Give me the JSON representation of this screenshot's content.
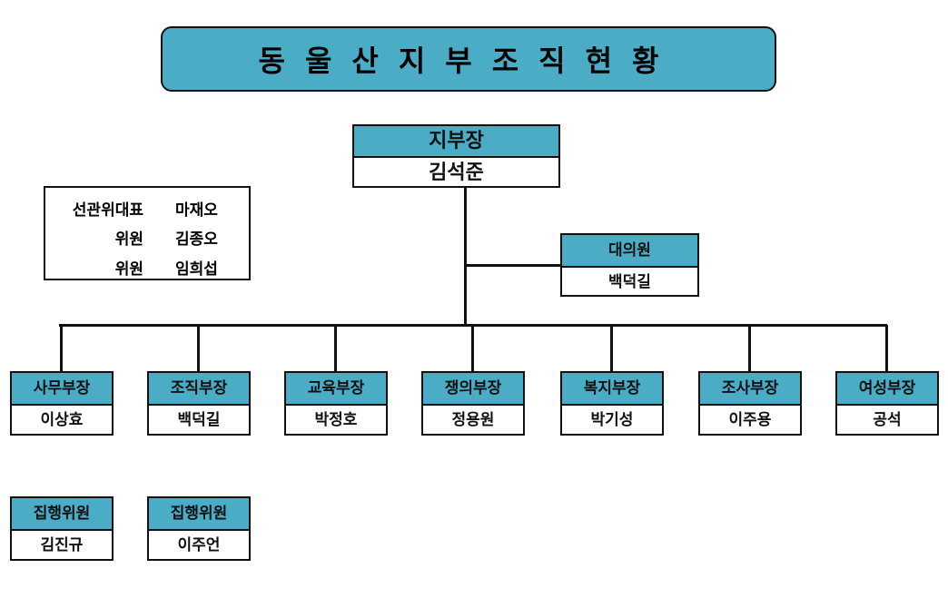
{
  "title": "동울산지부조직현황",
  "head": {
    "role": "지부장",
    "name": "김석준"
  },
  "delegate": {
    "role": "대의원",
    "name": "백덕길"
  },
  "committee": [
    {
      "role": "선관위대표",
      "name": "마재오"
    },
    {
      "role": "위원",
      "name": "김종오"
    },
    {
      "role": "위원",
      "name": "임희섭"
    }
  ],
  "departments": [
    {
      "role": "사무부장",
      "name": "이상효"
    },
    {
      "role": "조직부장",
      "name": "백덕길"
    },
    {
      "role": "교육부장",
      "name": "박정호"
    },
    {
      "role": "쟁의부장",
      "name": "정용원"
    },
    {
      "role": "복지부장",
      "name": "박기성"
    },
    {
      "role": "조사부장",
      "name": "이주용"
    },
    {
      "role": "여성부장",
      "name": "공석"
    }
  ],
  "executives": [
    {
      "role": "집행위원",
      "name": "김진규"
    },
    {
      "role": "집행위원",
      "name": "이주언"
    }
  ],
  "colors": {
    "header": "#4bacc6"
  }
}
